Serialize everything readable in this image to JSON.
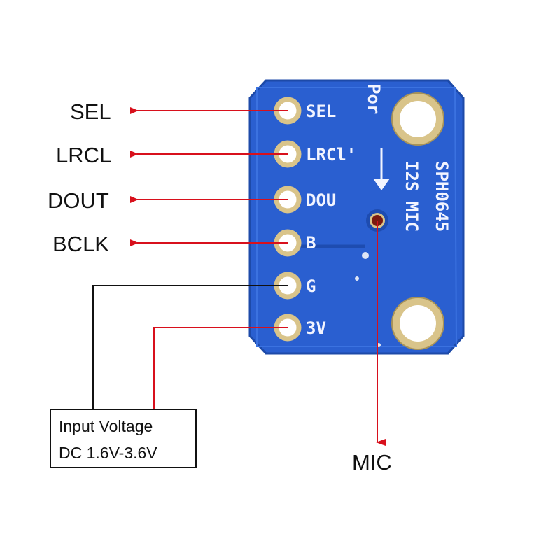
{
  "pin_labels": [
    "SEL",
    "LRCL",
    "DOUT",
    "BCLK"
  ],
  "board": {
    "silk_pins": [
      "SEL",
      "LRCl'",
      "DOU",
      "B",
      "G",
      "3V"
    ],
    "silk_top": "Por",
    "silk_part": "SPH0645",
    "silk_type": "I2S MIC",
    "color": "#2a5fd0"
  },
  "power_box": {
    "line1": "Input Voltage",
    "line2": "DC 1.6V-3.6V"
  },
  "mic_label": "MIC",
  "colors": {
    "arrow": "#d8101c",
    "ground_wire": "#111111",
    "pad": "#d9c48a"
  }
}
